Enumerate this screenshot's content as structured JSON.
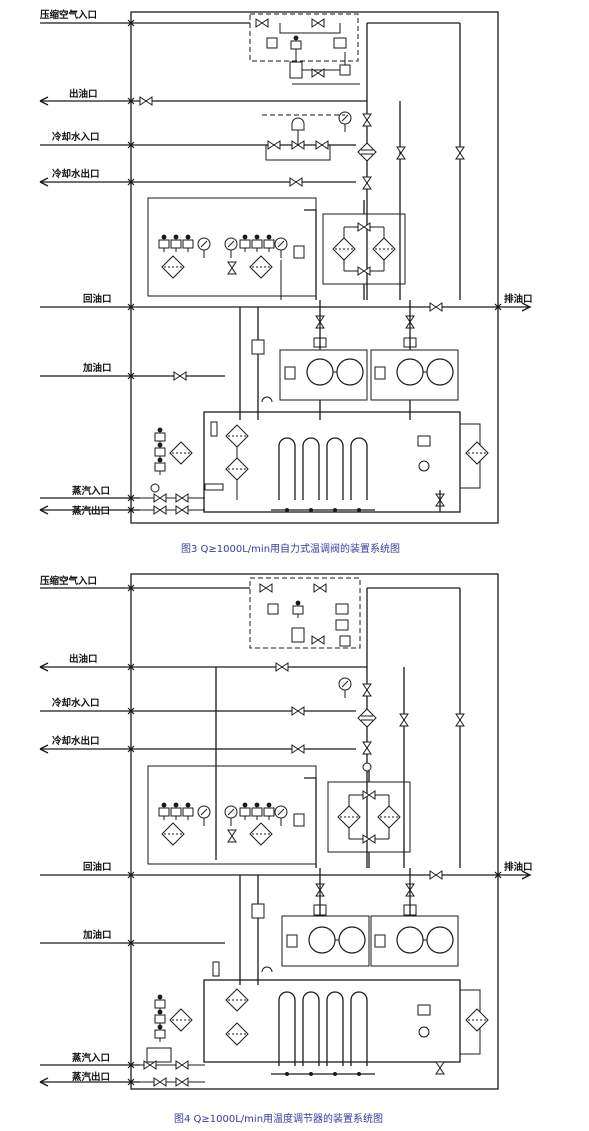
{
  "figures": [
    {
      "labels": {
        "air_in": "压缩空气入口",
        "oil_out": "出油口",
        "cw_in": "冷却水入口",
        "cw_out": "冷却水出口",
        "oil_return": "回油口",
        "drain": "排油口",
        "oil_add": "加油口",
        "steam_in": "蒸汽入口",
        "steam_out": "蒸汽出口"
      },
      "caption": "图3 Q≥1000L/min用自力式温调阀的装置系统图"
    },
    {
      "labels": {
        "air_in": "压缩空气入口",
        "oil_out": "出油口",
        "cw_in": "冷却水入口",
        "cw_out": "冷却水出口",
        "oil_return": "回油口",
        "drain": "排油口",
        "oil_add": "加油口",
        "steam_in": "蒸汽入口",
        "steam_out": "蒸汽出口"
      },
      "caption": "图4 Q≥1000L/min用温度调节器的装置系统图"
    }
  ]
}
